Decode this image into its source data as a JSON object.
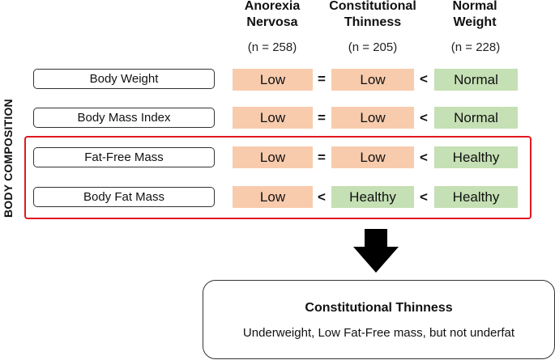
{
  "side_label": "BODY COMPOSITION",
  "columns": [
    {
      "line1": "Anorexia",
      "line2": "Nervosa",
      "n": "(n = 258)"
    },
    {
      "line1": "Constitutional",
      "line2": "Thinness",
      "n": "(n = 205)"
    },
    {
      "line1": "Normal",
      "line2": "Weight",
      "n": "(n = 228)"
    }
  ],
  "rows": [
    {
      "label": "Body Weight",
      "an": "Low",
      "op1": "=",
      "ct": "Low",
      "op2": "<",
      "nw": "Normal"
    },
    {
      "label": "Body Mass Index",
      "an": "Low",
      "op1": "=",
      "ct": "Low",
      "op2": "<",
      "nw": "Normal"
    },
    {
      "label": "Fat-Free Mass",
      "an": "Low",
      "op1": "=",
      "ct": "Low",
      "op2": "<",
      "nw": "Healthy"
    },
    {
      "label": "Body Fat Mass",
      "an": "Low",
      "op1": "<",
      "ct": "Healthy",
      "op2": "<",
      "nw": "Healthy"
    }
  ],
  "conclusion": {
    "title": "Constitutional Thinness",
    "text": "Underweight, Low Fat-Free mass, but not underfat"
  },
  "colors": {
    "low": "#f8cbad",
    "healthy": "#c5e0b4",
    "highlight_border": "#e1191f"
  },
  "icons": {
    "arrow": "down-arrow-icon"
  }
}
